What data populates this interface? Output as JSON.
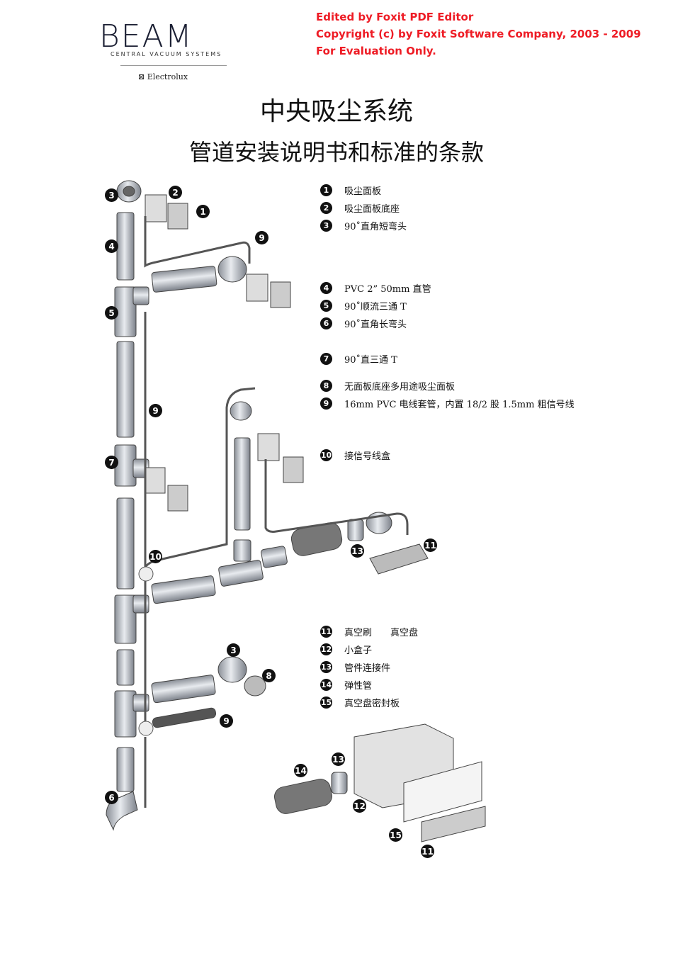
{
  "logo": {
    "brand": "BEAM",
    "subtitle": "CENTRAL VACUUM SYSTEMS",
    "partner": "Electrolux"
  },
  "watermark": {
    "line1": "Edited by Foxit PDF Editor",
    "line2": "Copyright (c) by Foxit Software Company, 2003 - 2009",
    "line3": "For Evaluation Only."
  },
  "title": "中央吸尘系统",
  "subtitle": "管道安装说明书和标准的条款",
  "legend_top": [
    {
      "num": "1",
      "text": "吸尘面板"
    },
    {
      "num": "2",
      "text": "吸尘面板底座"
    },
    {
      "num": "3",
      "text": "90˚直角短弯头"
    }
  ],
  "legend_mid": [
    {
      "num": "4",
      "text": "PVC 2” 50mm 直管"
    },
    {
      "num": "5",
      "text": "90˚顺流三通 T"
    },
    {
      "num": "6",
      "text": "90˚直角长弯头"
    }
  ],
  "legend_7": [
    {
      "num": "7",
      "text": "90˚直三通 T"
    }
  ],
  "legend_8_9": [
    {
      "num": "8",
      "text": "无面板底座多用途吸尘面板"
    },
    {
      "num": "9",
      "text": "16mm PVC 电线套管，内置 18/2 股 1.5mm 粗信号线"
    }
  ],
  "legend_10": [
    {
      "num": "10",
      "text": "接信号线盒"
    }
  ],
  "legend_bottom": [
    {
      "num": "11",
      "text": "真空刷　　真空盘"
    },
    {
      "num": "12",
      "text": "小盒子"
    },
    {
      "num": "13",
      "text": "管件连接件"
    },
    {
      "num": "14",
      "text": "弹性管"
    },
    {
      "num": "15",
      "text": "真空盘密封板"
    }
  ],
  "callouts": [
    "3",
    "2",
    "1",
    "4",
    "9",
    "5",
    "9",
    "7",
    "10",
    "13",
    "11",
    "3",
    "8",
    "9",
    "6",
    "14",
    "13",
    "12",
    "15",
    "11"
  ]
}
